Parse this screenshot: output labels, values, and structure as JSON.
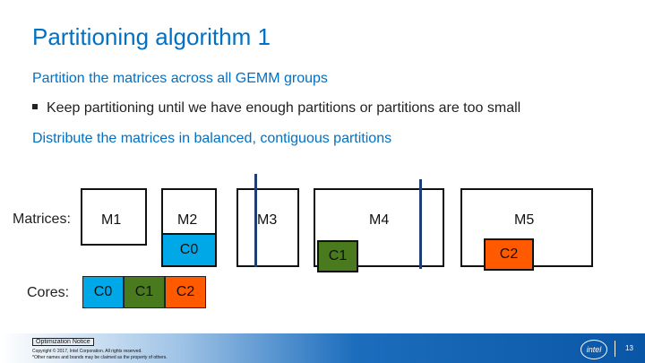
{
  "slide": {
    "title": "Partitioning algorithm 1",
    "line1": "Partition the matrices across all GEMM groups",
    "bullet": "Keep partitioning until we have enough partitions or partitions are too small",
    "line2": "Distribute the matrices in balanced, contiguous partitions"
  },
  "diagram": {
    "matrices_label": "Matrices:",
    "cores_label": "Cores:",
    "matrices": [
      "M1",
      "M2",
      "M3",
      "M4",
      "M5"
    ],
    "assignments": [
      "C0",
      "C1",
      "C2"
    ],
    "cores": [
      "C0",
      "C1",
      "C2"
    ],
    "colors": {
      "C0": "#00a8e8",
      "C1": "#4a7a1e",
      "C2": "#ff5a00",
      "divider": "#1f3f74"
    }
  },
  "footer": {
    "notice": "Optimization Notice",
    "copyright": "Copyright © 2017, Intel Corporation. All rights reserved.",
    "trademark": "*Other names and brands may be claimed as the property of others.",
    "logo": "intel",
    "page": "13"
  }
}
